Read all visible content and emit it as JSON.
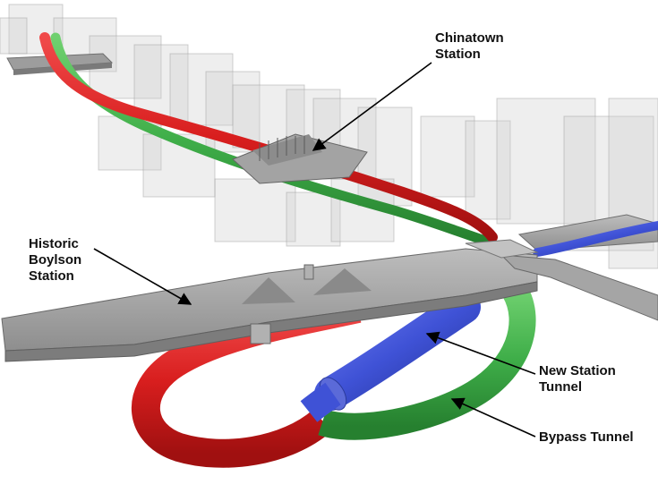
{
  "labels": {
    "chinatown": {
      "line1": "Chinatown",
      "line2": "Station"
    },
    "boylston": {
      "line1": "Historic",
      "line2": "Boylson",
      "line3": "Station"
    },
    "new_station_tunnel": {
      "line1": "New Station",
      "line2": "Tunnel"
    },
    "bypass_tunnel": {
      "line1": "Bypass Tunnel"
    }
  },
  "colors": {
    "red_track": "#e02424",
    "green_track": "#3fae49",
    "blue_tunnel": "#3f52d6",
    "station_grey": "#9a9a9a",
    "buildings": "#d6d6d6",
    "label_text": "#111111",
    "arrow": "#000000"
  }
}
